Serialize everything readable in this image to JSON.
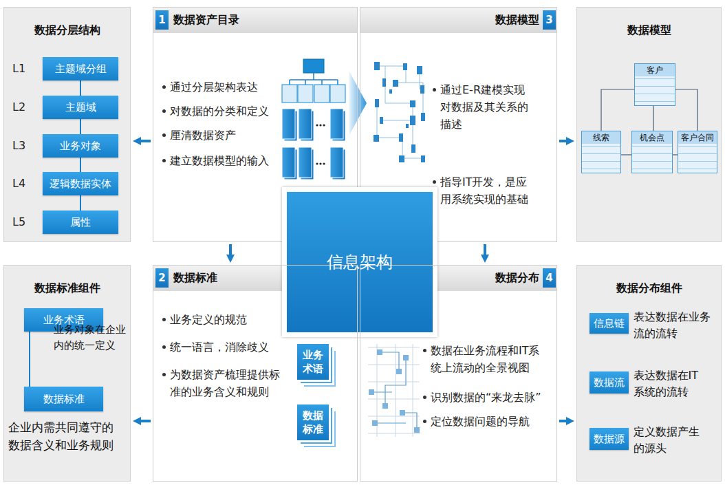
{
  "diagram": {
    "nodes": [
      {
        "text": [
          "数据分层结构"
        ]
      },
      {
        "text": [
          "L1",
          "主题域分组"
        ],
        "in": 0
      },
      {
        "text": [
          "L2",
          "主题域"
        ],
        "in": 0
      },
      {
        "text": [
          "L3",
          "业务对象"
        ],
        "in": 0
      },
      {
        "text": [
          "L4",
          "逻辑数据实体"
        ],
        "in": 0
      },
      {
        "text": [
          "L5",
          "属性"
        ],
        "in": 0
      },
      {
        "text": [
          "数据资产目录",
          "通过分层架构表达",
          "对数据的分类和定义",
          "厘清数据资产",
          "建立数据模型的输入"
        ]
      },
      {
        "text": [
          "1"
        ],
        "in": 6
      },
      {
        "text": [
          "数据模型",
          "通过E-R建模实现对数据及其关系的描述",
          "指导IT开发，是应用系统实现的基础"
        ]
      },
      {
        "text": [
          "3"
        ],
        "in": 8
      },
      {
        "text": [
          "数据模型"
        ]
      },
      {
        "text": [
          "客户"
        ],
        "in": 10
      },
      {
        "text": [
          "线索"
        ],
        "in": 10
      },
      {
        "text": [
          "机会点"
        ],
        "in": 10
      },
      {
        "text": [
          "客户合同"
        ],
        "in": 10
      },
      {
        "text": [
          "信息架构"
        ]
      },
      {
        "text": [
          "数据标准组件"
        ]
      },
      {
        "text": [
          "业务术语",
          "业务对象在企业内的统一定义"
        ],
        "in": 16
      },
      {
        "text": [
          "数据标准",
          "企业内需共同遵守的数据含义和业务规则"
        ],
        "in": 16
      },
      {
        "text": [
          "数据标准",
          "业务定义的规范",
          "统一语言，消除歧义",
          "为数据资产梳理提供标准的业务含义和规则"
        ]
      },
      {
        "text": [
          "2"
        ],
        "in": 19
      },
      {
        "text": [
          "业务 术语"
        ],
        "in": 19
      },
      {
        "text": [
          "数据 标准"
        ],
        "in": 19
      },
      {
        "text": [
          "数据分布",
          "数据在业务流程和IT系统上流动的全景视图",
          "识别数据的“来龙去脉”",
          "定位数据问题的导航"
        ]
      },
      {
        "text": [
          "4"
        ],
        "in": 23
      },
      {
        "text": [
          "数据分布组件"
        ]
      },
      {
        "text": [
          "信息链",
          "表达数据在业务流的流转"
        ],
        "in": 25
      },
      {
        "text": [
          "数据流",
          "表达数据在IT系统的流转"
        ],
        "in": 25
      },
      {
        "text": [
          "数据源",
          "定义数据产生的源头"
        ],
        "in": 25
      }
    ],
    "edges": [
      {
        "from": 1,
        "to": 2,
        "arrow": "none"
      },
      {
        "from": 2,
        "to": 3,
        "arrow": "none"
      },
      {
        "from": 3,
        "to": 4,
        "arrow": "none"
      },
      {
        "from": 4,
        "to": 5,
        "arrow": "none"
      },
      {
        "from": 6,
        "to": 0,
        "arrow": "to"
      },
      {
        "from": 8,
        "to": 10,
        "arrow": "to"
      },
      {
        "from": 6,
        "to": 19,
        "arrow": "to"
      },
      {
        "from": 8,
        "to": 23,
        "arrow": "to"
      },
      {
        "from": 19,
        "to": 16,
        "arrow": "to"
      },
      {
        "from": 23,
        "to": 25,
        "arrow": "to"
      },
      {
        "from": 11,
        "to": 12,
        "arrow": "none"
      },
      {
        "from": 11,
        "to": 13,
        "arrow": "none"
      },
      {
        "from": 11,
        "to": 14,
        "arrow": "none"
      },
      {
        "from": 12,
        "to": 13,
        "arrow": "none"
      },
      {
        "from": 13,
        "to": 14,
        "arrow": "none"
      },
      {
        "from": 17,
        "to": 18,
        "arrow": "none"
      }
    ]
  }
}
